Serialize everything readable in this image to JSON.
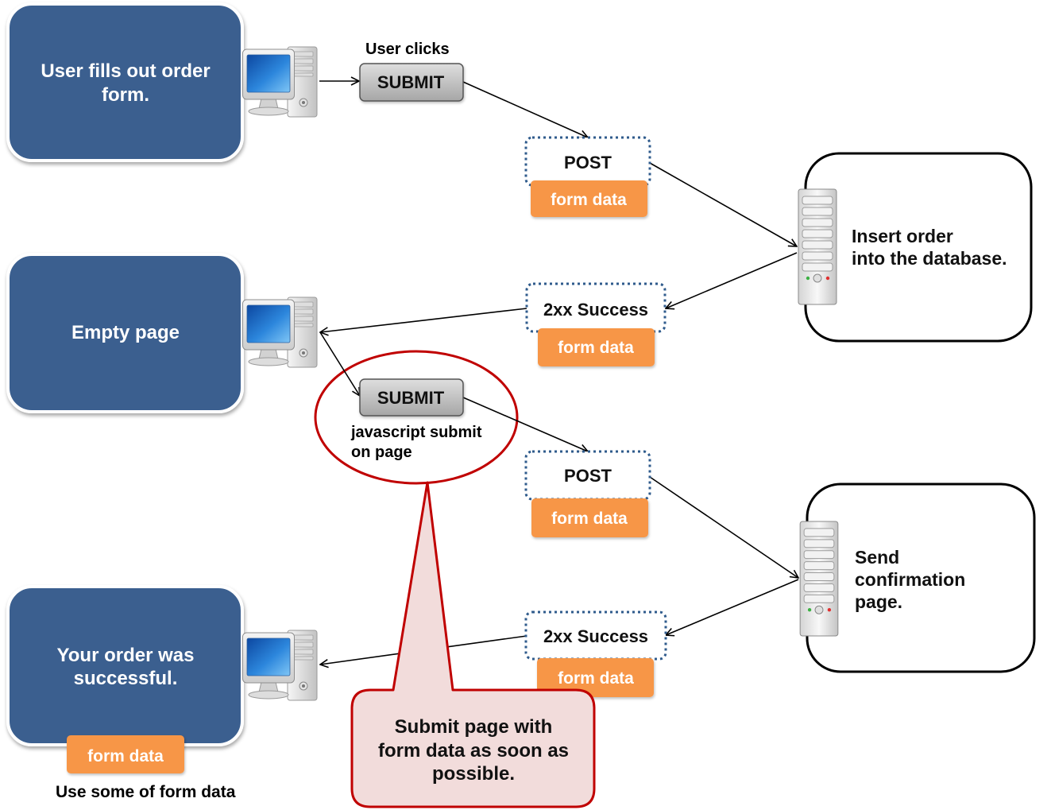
{
  "client_boxes": [
    {
      "lines": [
        "User fills out order",
        "form."
      ]
    },
    {
      "lines": [
        "Empty page"
      ]
    },
    {
      "lines": [
        "Your order was",
        "successful."
      ],
      "payload": "form data",
      "caption": "Use some of form data"
    }
  ],
  "submits": [
    {
      "label": "SUBMIT",
      "caption_lines": [
        "User clicks"
      ]
    },
    {
      "label": "SUBMIT",
      "caption_lines": [
        "javascript submit",
        "on page"
      ]
    }
  ],
  "messages": [
    {
      "method": "POST",
      "payload": "form data"
    },
    {
      "method": "2xx Success",
      "payload": "form data"
    },
    {
      "method": "POST",
      "payload": "form data"
    },
    {
      "method": "2xx Success",
      "payload": "form data"
    }
  ],
  "servers": [
    {
      "lines": [
        "Insert order",
        "into the database."
      ]
    },
    {
      "lines": [
        "Send",
        "confirmation",
        "page."
      ]
    }
  ],
  "callout": {
    "lines": [
      "Submit page with",
      "form data as soon as",
      "possible."
    ]
  },
  "icons": {
    "client": "desktop-computer-icon",
    "server": "server-tower-icon"
  },
  "colors": {
    "client_box": "#3a5f8f",
    "payload": "#f79646",
    "message_border": "#2f5b8c",
    "highlight": "#c00000",
    "callout_fill": "#f2dcdb"
  }
}
